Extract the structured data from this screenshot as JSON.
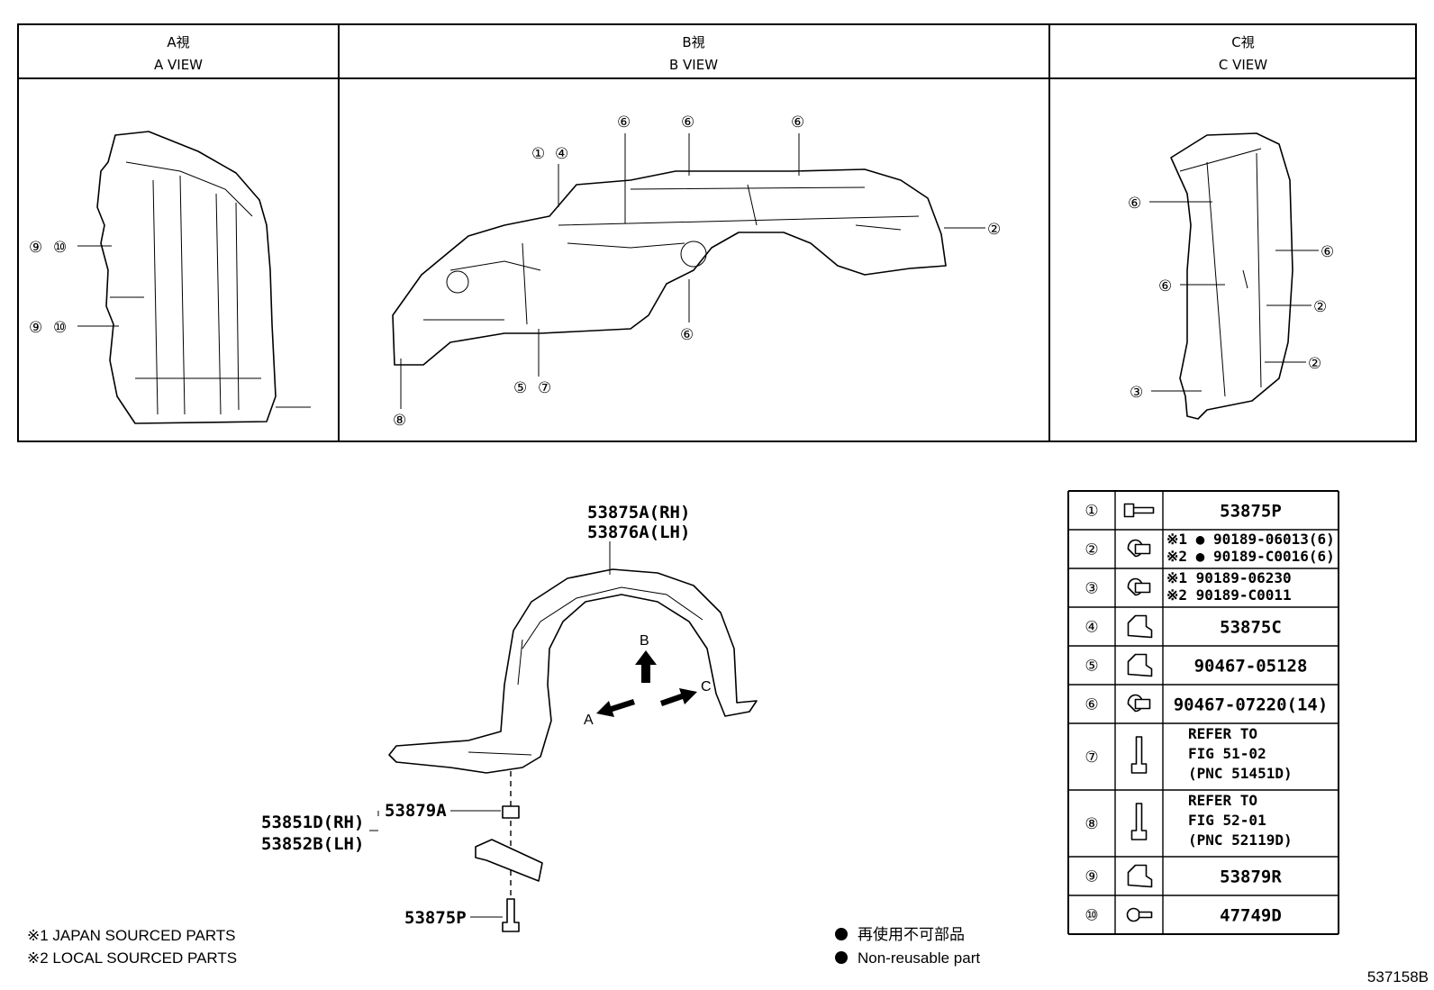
{
  "views": {
    "a": {
      "jp": "A視",
      "en": "A VIEW"
    },
    "b": {
      "jp": "B視",
      "en": "B VIEW"
    },
    "c": {
      "jp": "C視",
      "en": "C VIEW"
    }
  },
  "callouts": {
    "n1": "①",
    "n2": "②",
    "n3": "③",
    "n4": "④",
    "n5": "⑤",
    "n6": "⑥",
    "n7": "⑦",
    "n8": "⑧",
    "n9": "⑨",
    "n10": "⑩"
  },
  "main_labels": {
    "liner_rh": "53875A(RH)",
    "liner_lh": "53876A(LH)",
    "clip": "53879A",
    "bracket_rh": "53851D(RH)",
    "bracket_lh": "53852B(LH)",
    "screw": "53875P",
    "dir_a": "A",
    "dir_b": "B",
    "dir_c": "C"
  },
  "parts_table": [
    {
      "num": "①",
      "icon": "screw-icon",
      "lines": [
        "53875P"
      ]
    },
    {
      "num": "②",
      "icon": "clip-icon",
      "lines": [
        "※1 ● 90189-06013(6)",
        "※2 ● 90189-C0016(6)"
      ]
    },
    {
      "num": "③",
      "icon": "clip-icon",
      "lines": [
        "※1 90189-06230",
        "※2 90189-C0011"
      ]
    },
    {
      "num": "④",
      "icon": "nut-icon",
      "lines": [
        "53875C"
      ]
    },
    {
      "num": "⑤",
      "icon": "nut-icon",
      "lines": [
        "90467-05128"
      ]
    },
    {
      "num": "⑥",
      "icon": "push-clip-icon",
      "lines": [
        "90467-07220(14)"
      ]
    },
    {
      "num": "⑦",
      "icon": "bolt-icon",
      "lines": [
        "REFER TO",
        "FIG 51-02",
        "(PNC 51451D)"
      ]
    },
    {
      "num": "⑧",
      "icon": "bolt-icon",
      "lines": [
        "REFER TO",
        "FIG 52-01",
        "(PNC 52119D)"
      ]
    },
    {
      "num": "⑨",
      "icon": "nut-icon",
      "lines": [
        "53879R"
      ]
    },
    {
      "num": "⑩",
      "icon": "rivet-icon",
      "lines": [
        "47749D"
      ]
    }
  ],
  "notes": {
    "japan": "※1 JAPAN SOURCED PARTS",
    "local": "※2 LOCAL SOURCED PARTS",
    "nonreuse_jp": "再使用不可部品",
    "nonreuse_en": "Non-reusable part"
  },
  "figure_id": "537158B"
}
